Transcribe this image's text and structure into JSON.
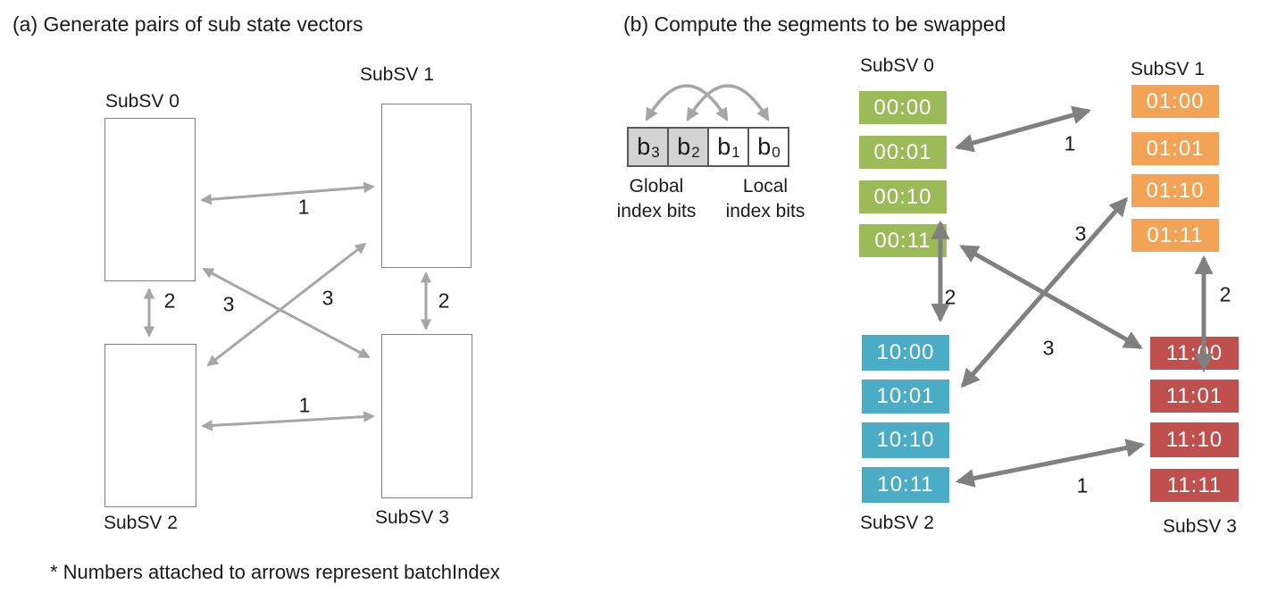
{
  "panel_a": {
    "title": "(a) Generate pairs of sub state vectors",
    "footnote": "* Numbers attached to arrows represent batchIndex",
    "boxes": [
      {
        "label": "SubSV 0"
      },
      {
        "label": "SubSV 1"
      },
      {
        "label": "SubSV 2"
      },
      {
        "label": "SubSV 3"
      }
    ],
    "arrow_labels": {
      "sv0_sv1": "1",
      "sv0_sv2": "2",
      "sv1_sv3": "2",
      "sv0_sv3": "3",
      "sv2_sv1": "3",
      "sv2_sv3": "1"
    }
  },
  "panel_b": {
    "title": "(b) Compute the segments to be swapped",
    "bit_diagram": {
      "bits": [
        {
          "base": "b",
          "sub": "3",
          "shaded": true
        },
        {
          "base": "b",
          "sub": "2",
          "shaded": true
        },
        {
          "base": "b",
          "sub": "1",
          "shaded": false
        },
        {
          "base": "b",
          "sub": "0",
          "shaded": false
        }
      ],
      "shaded_fill": "#d3d3d3",
      "global_caption": {
        "line1": "Global",
        "line2": "index bits"
      },
      "local_caption": {
        "line1": "Local",
        "line2": "index bits"
      }
    },
    "columns": [
      {
        "name": "SubSV 0",
        "color": "#9BBB59",
        "cells": [
          "00:00",
          "00:01",
          "00:10",
          "00:11"
        ]
      },
      {
        "name": "SubSV 1",
        "color": "#F2A355",
        "cells": [
          "01:00",
          "01:01",
          "01:10",
          "01:11"
        ]
      },
      {
        "name": "SubSV 2",
        "color": "#4BACC6",
        "cells": [
          "10:00",
          "10:01",
          "10:10",
          "10:11"
        ]
      },
      {
        "name": "SubSV 3",
        "color": "#C0504D",
        "cells": [
          "11:00",
          "11:01",
          "11:10",
          "11:11"
        ]
      }
    ],
    "arrow_labels": {
      "seg_0001_0100": "1",
      "seg_0011_1000": "2",
      "seg_0111_1101": "2",
      "seg_1001_0110": "3",
      "seg_0011_1100": "3",
      "seg_1011_1110": "1"
    }
  },
  "colors": {
    "arrow_light": "#A6A6A6",
    "arrow_dark": "#808080",
    "text": "#1A1A1A"
  }
}
